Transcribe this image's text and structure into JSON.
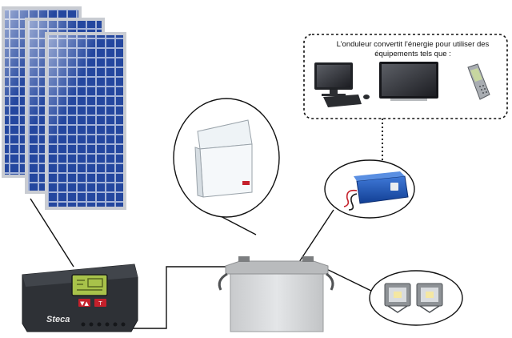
{
  "callout": {
    "line1": "L’onduleur convertit l’énergie pour utiliser des",
    "line2": "équipements tels que :"
  },
  "controller": {
    "brand": "Steca"
  },
  "colors": {
    "panel_cell": "#1f3f98",
    "panel_frame": "#c9ccd2",
    "controller_body": "#2e3136",
    "battery_body": "#d9dbdd",
    "inverter_body": "#1b56b8",
    "wire": "#111111"
  }
}
